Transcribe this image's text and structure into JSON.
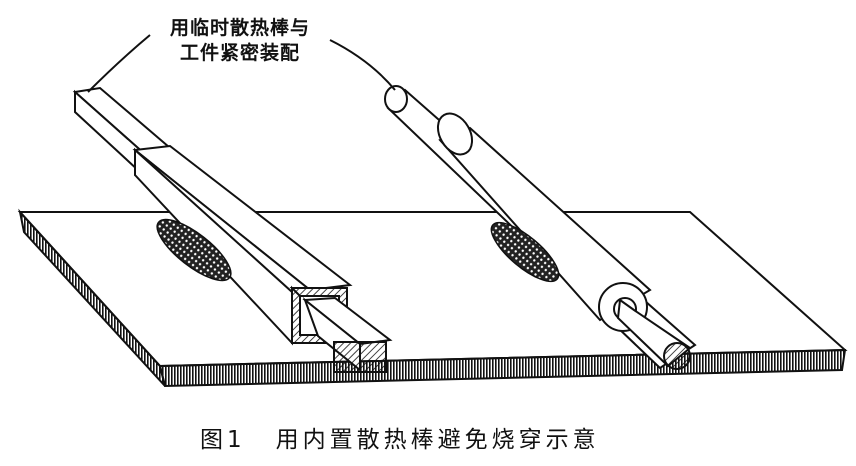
{
  "callout": {
    "line1": "用临时散热棒与",
    "line2": "工件紧密装配"
  },
  "caption": {
    "figure_number": "图1",
    "text": "用内置散热棒避免烧穿示意"
  }
}
